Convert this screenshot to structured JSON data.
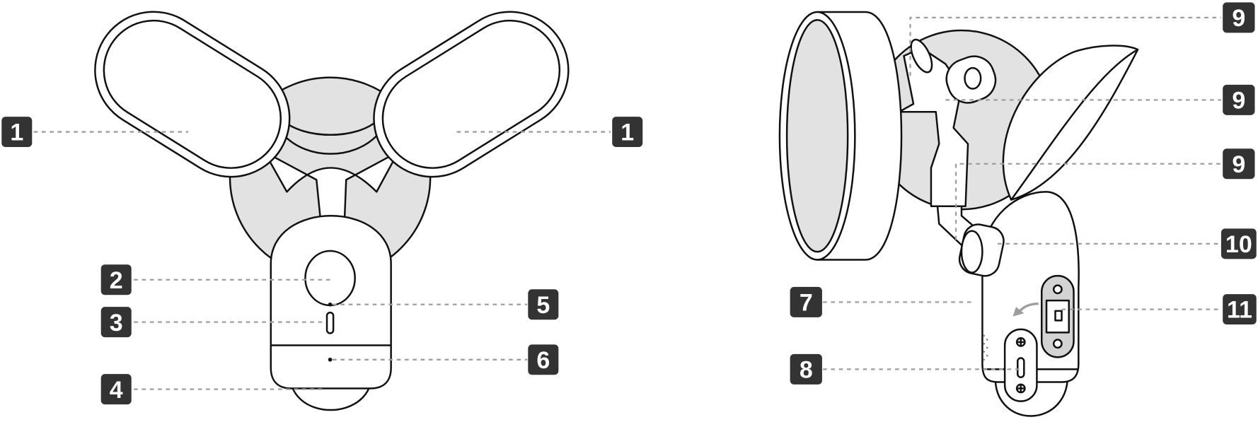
{
  "colors": {
    "badge": "#333333",
    "leader_line": "#9e9e9e",
    "mount_fill": "#e1e2e1",
    "outline": "#111111"
  },
  "front_view": {
    "callouts": [
      {
        "id": "light-left",
        "label": "1"
      },
      {
        "id": "light-right",
        "label": "1"
      },
      {
        "id": "lens",
        "label": "2"
      },
      {
        "id": "slot",
        "label": "3"
      },
      {
        "id": "pir",
        "label": "4"
      },
      {
        "id": "dot-top",
        "label": "5"
      },
      {
        "id": "dot-bottom",
        "label": "6"
      }
    ]
  },
  "side_view": {
    "callouts": [
      {
        "id": "joint-top",
        "label": "9"
      },
      {
        "id": "joint-middle",
        "label": "9"
      },
      {
        "id": "joint-lower",
        "label": "9"
      },
      {
        "id": "knob",
        "label": "10"
      },
      {
        "id": "side-port",
        "label": "11"
      },
      {
        "id": "speaker",
        "label": "7"
      },
      {
        "id": "bottom-port",
        "label": "8"
      }
    ]
  }
}
